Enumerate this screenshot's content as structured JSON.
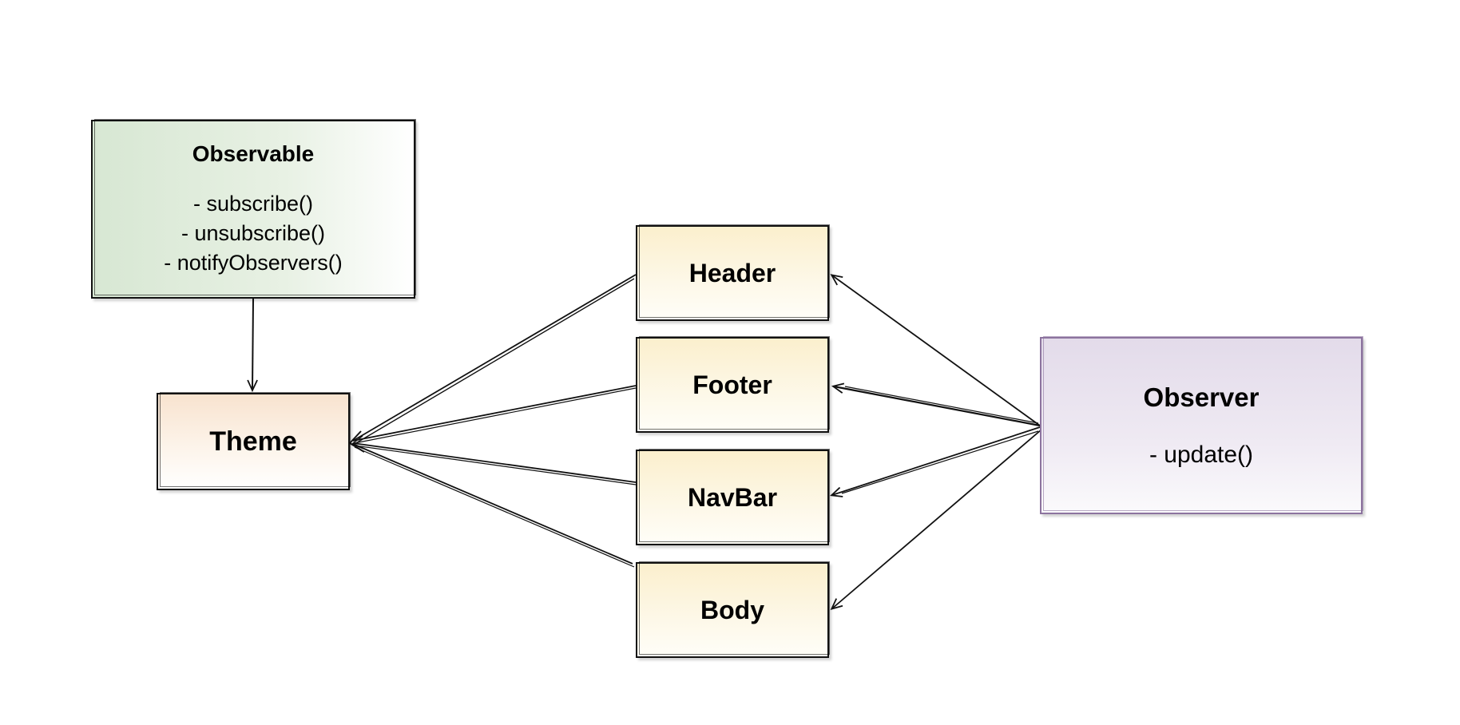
{
  "observable": {
    "title": "Observable",
    "methods": [
      "- subscribe()",
      "- unsubscribe()",
      "- notifyObservers()"
    ]
  },
  "theme": {
    "title": "Theme"
  },
  "components": [
    "Header",
    "Footer",
    "NavBar",
    "Body"
  ],
  "observer": {
    "title": "Observer",
    "methods": [
      "- update()"
    ]
  },
  "colors": {
    "observable_fill": "#d7e7d3",
    "theme_fill": "#f8e3cf",
    "component_fill": "#fbefcd",
    "observer_fill": "#e3dbea",
    "observer_stroke": "#8c739e",
    "line": "#111111"
  }
}
